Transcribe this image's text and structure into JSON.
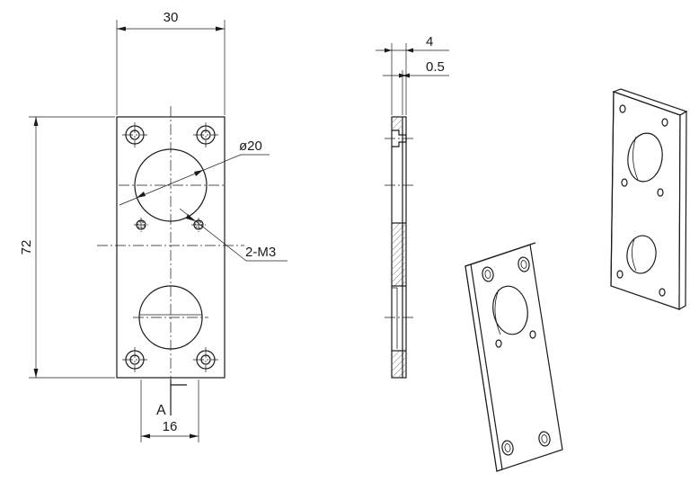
{
  "drawing": {
    "front_view": {
      "width_dim": "30",
      "height_dim": "72",
      "hole_dim": "ø20",
      "thread_callout": "2-M3",
      "section_marker": "A",
      "offset_dim": "16"
    },
    "side_view": {
      "thickness_dim": "4",
      "step_dim": "0.5"
    }
  }
}
